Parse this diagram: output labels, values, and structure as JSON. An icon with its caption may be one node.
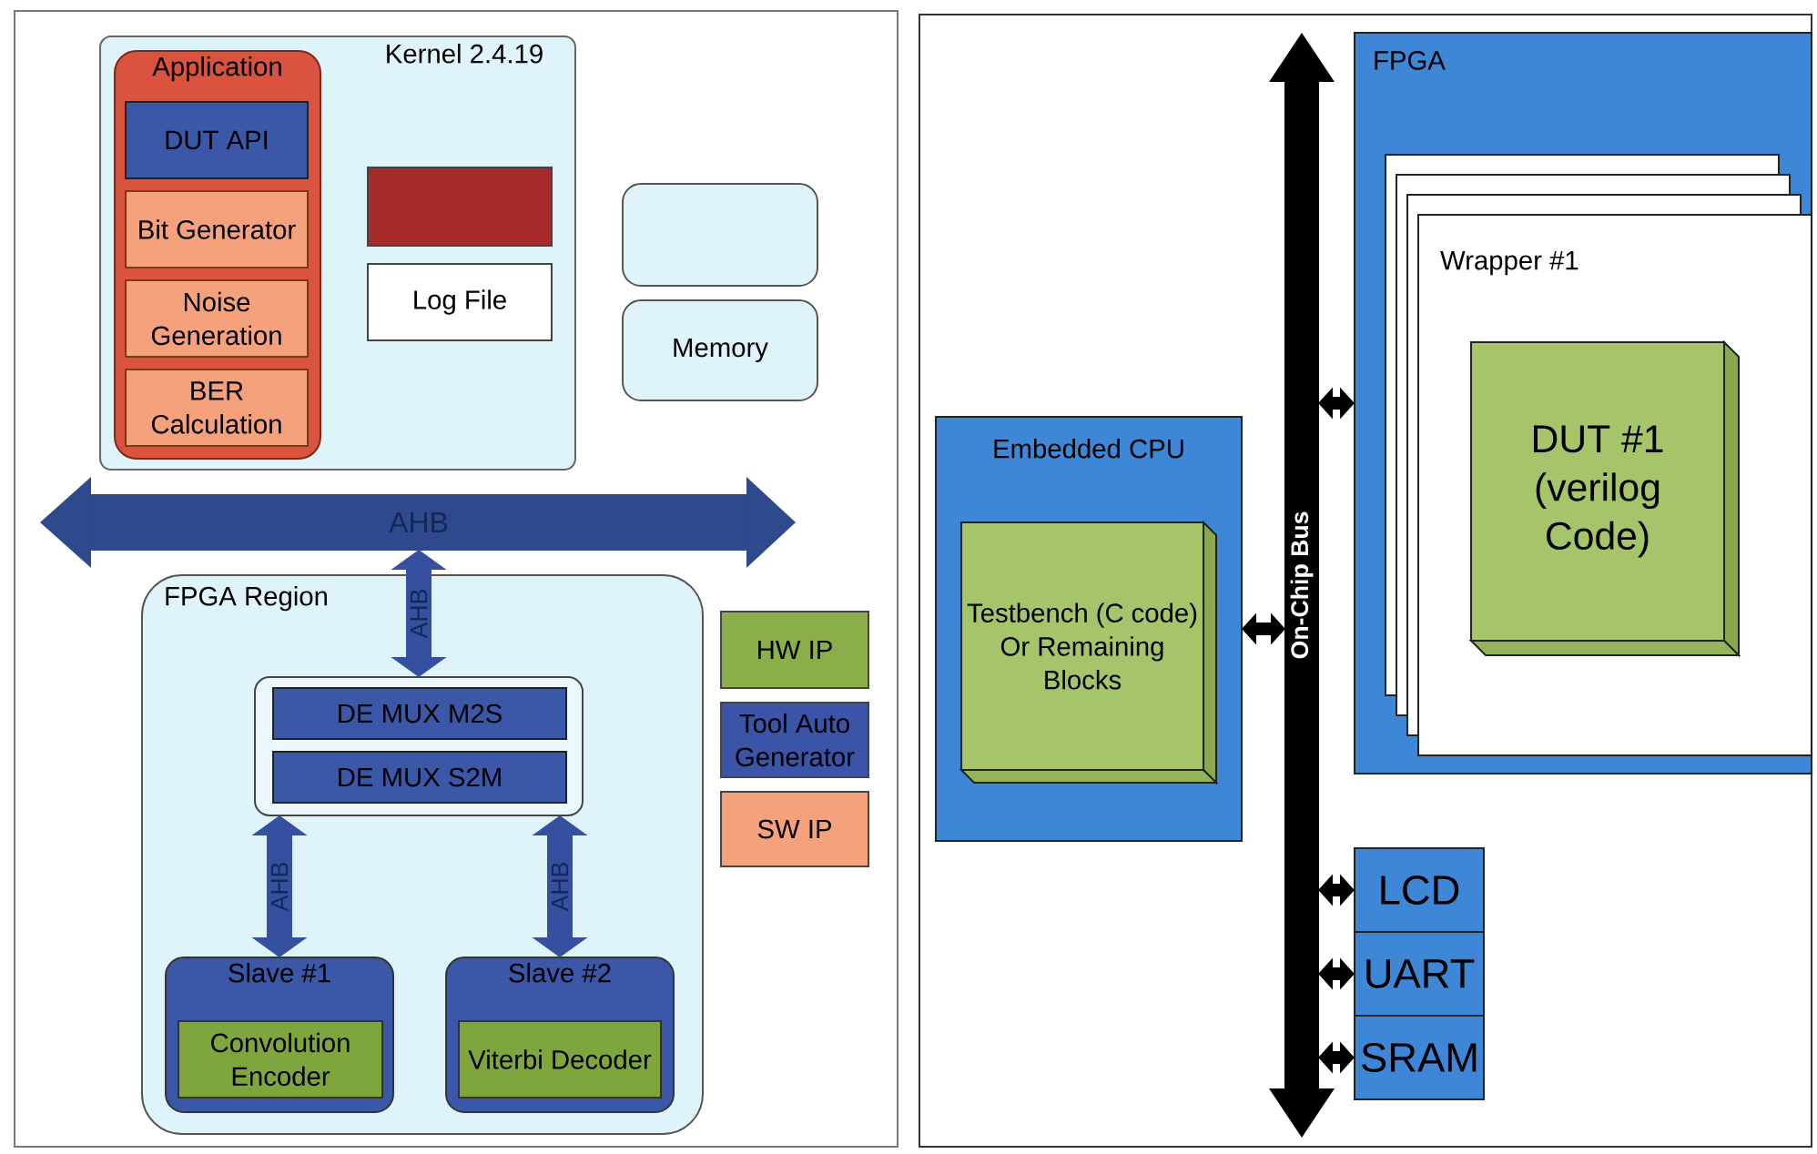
{
  "diagram": {
    "nodes": [
      {
        "text": [
          "Kernel 2.4.19"
        ]
      },
      {
        "text": [
          "Application"
        ],
        "in": 0
      },
      {
        "text": [
          "DUT API"
        ],
        "in": 1
      },
      {
        "text": [
          "Bit Generator"
        ],
        "in": 1
      },
      {
        "text": [
          "Noise Generation"
        ],
        "in": 1
      },
      {
        "text": [
          "BER Calculation"
        ],
        "in": 1
      },
      {
        "text": [],
        "shape": "box",
        "in": 0
      },
      {
        "text": [
          "Log File"
        ],
        "in": 0
      },
      {
        "text": [],
        "shape": "box"
      },
      {
        "text": [
          "Memory"
        ]
      },
      {
        "text": [
          "AHB"
        ]
      },
      {
        "text": [
          "FPGA Region"
        ]
      },
      {
        "text": [],
        "shape": "box",
        "in": 11
      },
      {
        "text": [
          "DE MUX M2S"
        ],
        "in": 12
      },
      {
        "text": [
          "DE MUX S2M"
        ],
        "in": 12
      },
      {
        "text": [
          "Slave #1"
        ],
        "in": 11
      },
      {
        "text": [
          "Convolution Encoder"
        ],
        "in": 15
      },
      {
        "text": [
          "Slave #2"
        ],
        "in": 11
      },
      {
        "text": [
          "Viterbi Decoder"
        ],
        "in": 17
      },
      {
        "text": [
          "On-Chip Bus"
        ]
      },
      {
        "text": [
          "FPGA"
        ]
      },
      {
        "text": [
          "Wrapper #1"
        ],
        "in": 20
      },
      {
        "text": [
          "DUT #1 (verilog Code)"
        ],
        "in": 21
      },
      {
        "text": [
          "Embedded CPU"
        ]
      },
      {
        "text": [
          "Testbench (C code) Or Remaining Blocks"
        ],
        "in": 23
      },
      {
        "text": [
          "LCD"
        ]
      },
      {
        "text": [
          "UART"
        ]
      },
      {
        "text": [
          "SRAM"
        ]
      }
    ],
    "edges": [
      {
        "from": 10,
        "to": 12,
        "arrow": "both",
        "label": "AHB",
        "style": "thick",
        "color": "#34509e"
      },
      {
        "from": 12,
        "to": 15,
        "arrow": "both",
        "label": "AHB",
        "style": "thick",
        "color": "#34509e"
      },
      {
        "from": 12,
        "to": 17,
        "arrow": "both",
        "label": "AHB",
        "style": "thick",
        "color": "#34509e"
      },
      {
        "from": 19,
        "to": 20,
        "arrow": "both"
      },
      {
        "from": 19,
        "to": 23,
        "arrow": "both"
      },
      {
        "from": 19,
        "to": 25,
        "arrow": "both"
      },
      {
        "from": 19,
        "to": 26,
        "arrow": "both"
      },
      {
        "from": 19,
        "to": 27,
        "arrow": "both"
      }
    ],
    "legend": [
      {
        "text": "HW IP",
        "color": "#8aae4a"
      },
      {
        "text": "Tool Auto Generator",
        "color": "#3a55a8"
      },
      {
        "text": "SW IP",
        "color": "#f5a27c"
      }
    ]
  }
}
